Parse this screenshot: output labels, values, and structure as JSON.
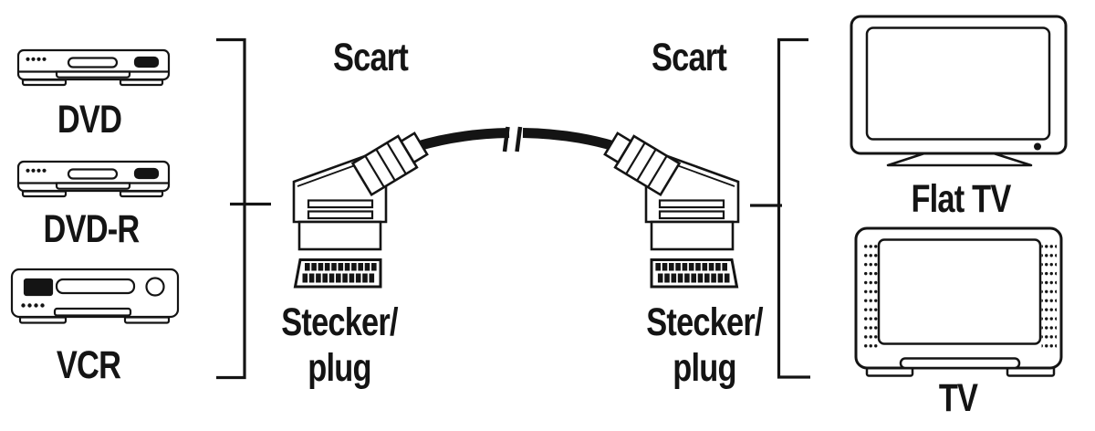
{
  "diagram": {
    "title_hint": "Scart cable connection diagram",
    "source_devices": [
      {
        "label": "DVD"
      },
      {
        "label": "DVD-R"
      },
      {
        "label": "VCR"
      }
    ],
    "target_devices": [
      {
        "label": "Flat TV"
      },
      {
        "label": "TV"
      }
    ],
    "connectors": {
      "left": {
        "type": "Scart",
        "plug_lines": [
          "Stecker/",
          "plug"
        ]
      },
      "right": {
        "type": "Scart",
        "plug_lines": [
          "Stecker/",
          "plug"
        ]
      }
    },
    "colors": {
      "ink": "#141414",
      "background": "#ffffff"
    }
  }
}
